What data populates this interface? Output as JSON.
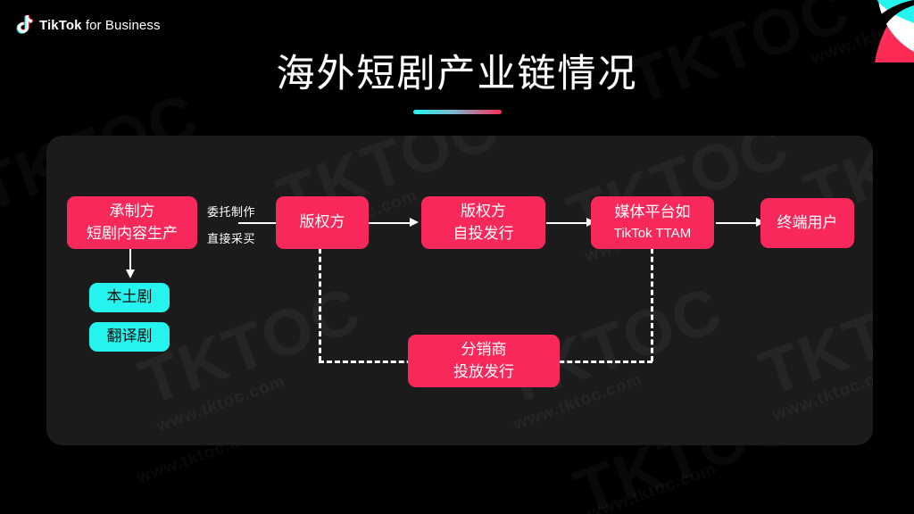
{
  "brand": {
    "logo_icon": "tiktok-note-icon",
    "name_bold": "TikTok",
    "name_light": " for Business"
  },
  "header": {
    "title": "海外短剧产业链情况",
    "rule_gradient_from": "#25F4EE",
    "rule_gradient_to": "#FE2C55"
  },
  "colors": {
    "background": "#000000",
    "panel": "#1b1b1b",
    "node_primary": "#F8285A",
    "node_secondary": "#25F4EE",
    "connector": "#ffffff"
  },
  "watermarks": [
    {
      "text": "TKTOC"
    },
    {
      "text": "www.tktoc.com"
    }
  ],
  "diagram": {
    "nodes": [
      {
        "id": "producer",
        "line1": "承制方",
        "line2": "短剧内容生产",
        "style": "pink"
      },
      {
        "id": "local-drama",
        "line1": "本土剧",
        "line2": "",
        "style": "cyan"
      },
      {
        "id": "translated-drama",
        "line1": "翻译剧",
        "line2": "",
        "style": "cyan"
      },
      {
        "id": "rights-holder",
        "line1": "版权方",
        "line2": "",
        "style": "pink"
      },
      {
        "id": "self-distribution",
        "line1": "版权方",
        "line2": "自投发行",
        "style": "pink"
      },
      {
        "id": "media-platform",
        "line1": "媒体平台如",
        "line2": "TikTok TTAM",
        "style": "pink"
      },
      {
        "id": "end-user",
        "line1": "终端用户",
        "line2": "",
        "style": "pink"
      },
      {
        "id": "distributor",
        "line1": "分销商",
        "line2": "投放发行",
        "style": "pink"
      }
    ],
    "edge_labels": [
      {
        "id": "commissioned-production",
        "text": "委托制作"
      },
      {
        "id": "direct-purchase",
        "text": "直接采买"
      }
    ]
  }
}
